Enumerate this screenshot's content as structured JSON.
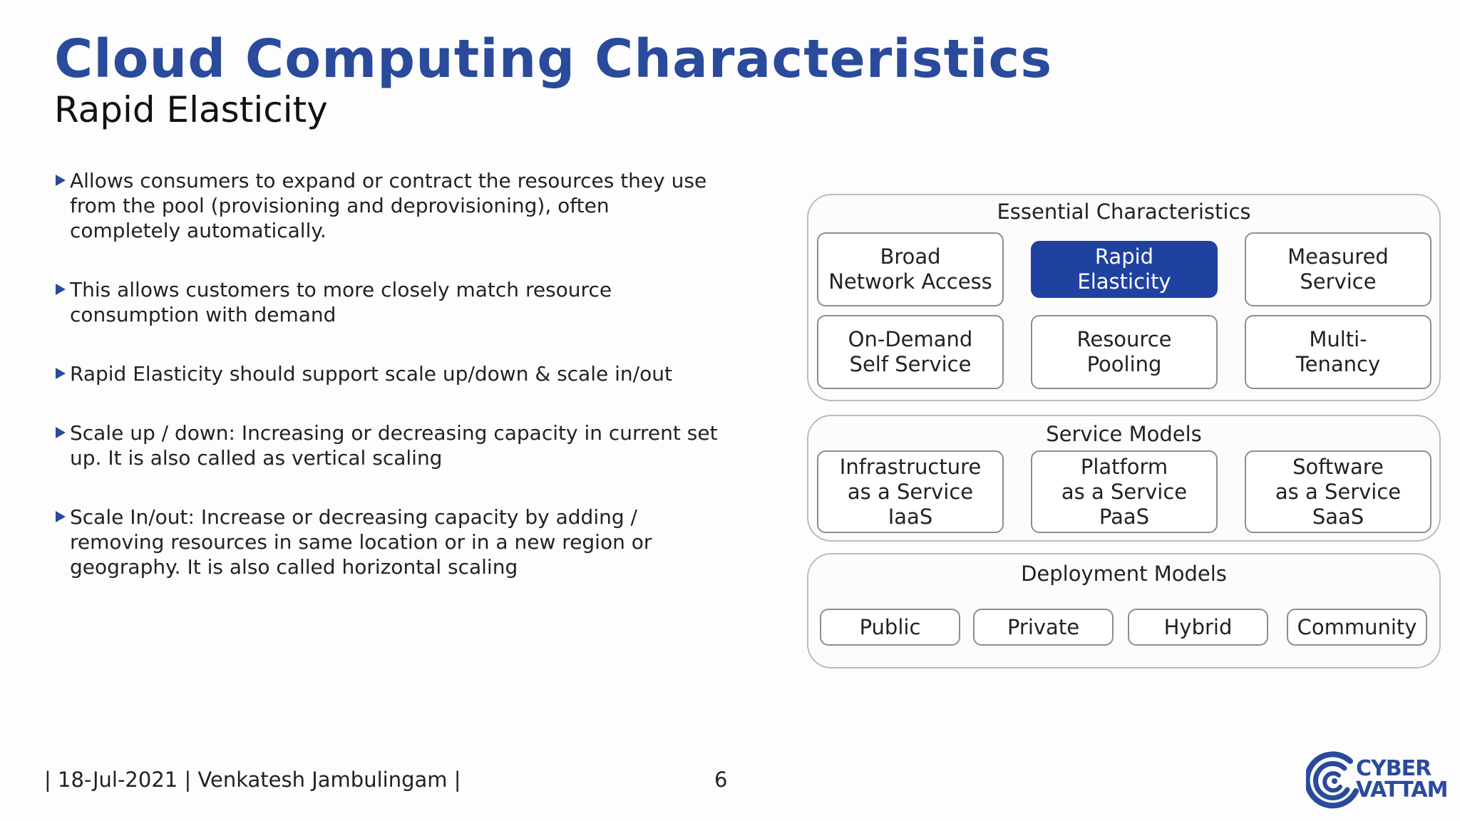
{
  "slide": {
    "title": "Cloud Computing Characteristics",
    "subtitle": "Rapid Elasticity"
  },
  "bullets": [
    "Allows consumers to expand or contract the resources they use from the pool (provisioning and deprovisioning), often completely automatically.",
    "This allows customers to more closely match resource consumption with demand",
    "Rapid Elasticity should support scale up/down & scale in/out",
    "Scale up / down: Increasing or decreasing capacity in current set up. It is also called as vertical scaling",
    "Scale In/out: Increase or decreasing capacity by adding / removing resources in same location or in a new region or geography. It is also called horizontal scaling"
  ],
  "diagram": {
    "essential": {
      "title": "Essential Characteristics",
      "items": [
        "Broad\nNetwork Access",
        "Rapid\nElasticity",
        "Measured\nService",
        "On-Demand\nSelf Service",
        "Resource\nPooling",
        "Multi-\nTenancy"
      ],
      "highlighted": "Rapid\nElasticity",
      "highlight_color": "#1f41a0"
    },
    "service": {
      "title": "Service Models",
      "items": [
        "Infrastructure\nas a Service\nIaaS",
        "Platform\nas a Service\nPaaS",
        "Software\nas a Service\nSaaS"
      ]
    },
    "deployment": {
      "title": "Deployment Models",
      "items": [
        "Public",
        "Private",
        "Hybrid",
        "Community"
      ]
    }
  },
  "footer": {
    "left": "| 18-Jul-2021 | Venkatesh Jambulingam |",
    "page": "6",
    "logo_line1": "CYBER",
    "logo_line2": "VATTAM"
  },
  "colors": {
    "title": "#2a4a9c",
    "accent": "#1f41a0"
  }
}
